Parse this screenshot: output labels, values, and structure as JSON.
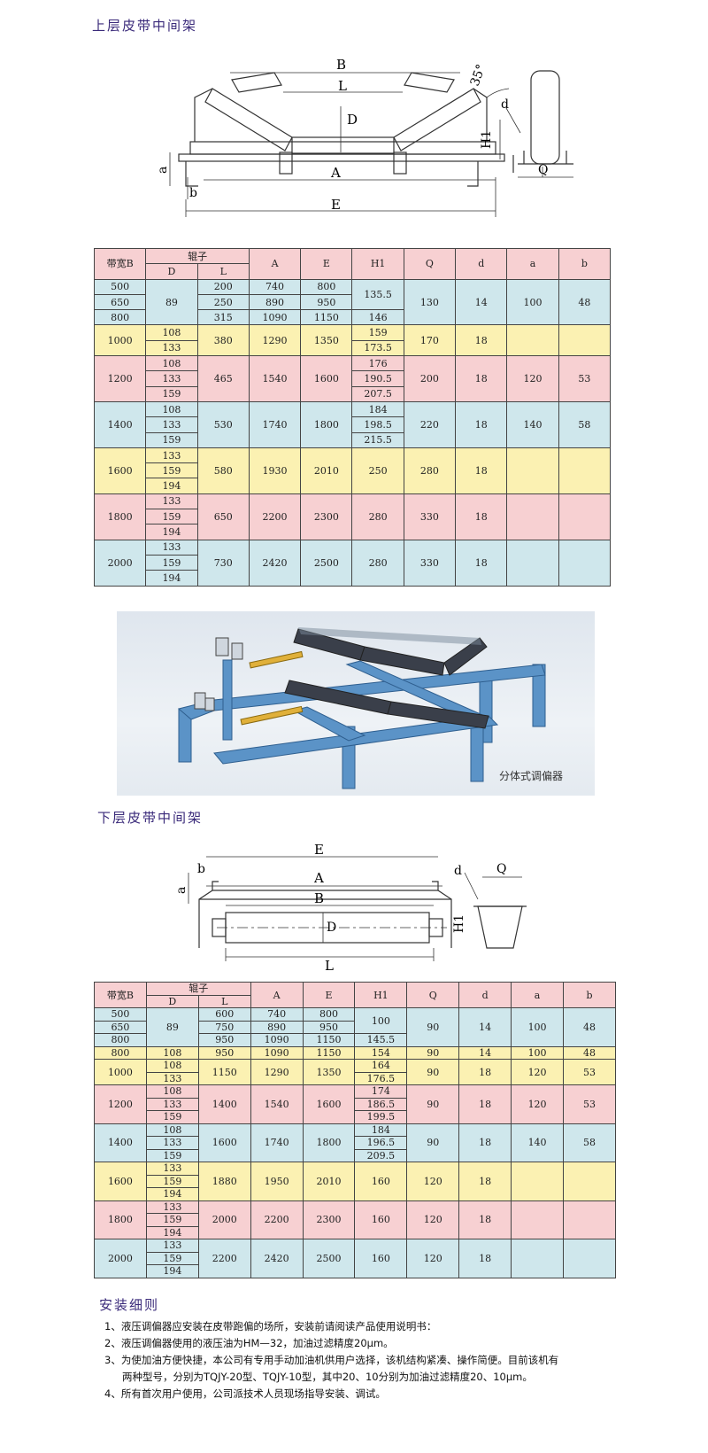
{
  "upper": {
    "title": "上层皮带中间架",
    "diagram": {
      "B": "B",
      "L": "L",
      "D": "D",
      "A": "A",
      "E": "E",
      "a": "a",
      "b": "b",
      "H1": "H1",
      "angle": "35°",
      "d": "d",
      "Q": "Q"
    },
    "headers": {
      "belt": "带宽B",
      "roller": "辊子",
      "D": "D",
      "L": "L",
      "A": "A",
      "E": "E",
      "H1": "H1",
      "Q": "Q",
      "d": "d",
      "a": "a",
      "b": "b"
    },
    "groups": [
      {
        "belt": [
          "500",
          "650",
          "800"
        ],
        "D": [
          "89"
        ],
        "L": [
          "200",
          "250",
          "315"
        ],
        "A": [
          "740",
          "890",
          "1090"
        ],
        "E": [
          "800",
          "950",
          "1150"
        ],
        "H1": [
          "135.5",
          "146"
        ],
        "Q": "130",
        "d": "14",
        "a": "100",
        "b": "48"
      },
      {
        "belt": [
          "1000"
        ],
        "D": [
          "108",
          "133"
        ],
        "L": [
          "380"
        ],
        "A": [
          "1290"
        ],
        "E": [
          "1350"
        ],
        "H1": [
          "159",
          "173.5"
        ],
        "Q": "170",
        "d": "18",
        "a": "",
        "b": ""
      },
      {
        "belt": [
          "1200"
        ],
        "D": [
          "108",
          "133",
          "159"
        ],
        "L": [
          "465"
        ],
        "A": [
          "1540"
        ],
        "E": [
          "1600"
        ],
        "H1": [
          "176",
          "190.5",
          "207.5"
        ],
        "Q": "200",
        "d": "18",
        "a": "120",
        "b": "53"
      },
      {
        "belt": [
          "1400"
        ],
        "D": [
          "108",
          "133",
          "159"
        ],
        "L": [
          "530"
        ],
        "A": [
          "1740"
        ],
        "E": [
          "1800"
        ],
        "H1": [
          "184",
          "198.5",
          "215.5"
        ],
        "Q": "220",
        "d": "18",
        "a": "140",
        "b": "58"
      },
      {
        "belt": [
          "1600"
        ],
        "D": [
          "133",
          "159",
          "194"
        ],
        "L": [
          "580"
        ],
        "A": [
          "1930"
        ],
        "E": [
          "2010"
        ],
        "H1": [
          "250"
        ],
        "Q": "280",
        "d": "18",
        "a": "",
        "b": ""
      },
      {
        "belt": [
          "1800"
        ],
        "D": [
          "133",
          "159",
          "194"
        ],
        "L": [
          "650"
        ],
        "A": [
          "2200"
        ],
        "E": [
          "2300"
        ],
        "H1": [
          "280"
        ],
        "Q": "330",
        "d": "18",
        "a": "",
        "b": ""
      },
      {
        "belt": [
          "2000"
        ],
        "D": [
          "133",
          "159",
          "194"
        ],
        "L": [
          "730"
        ],
        "A": [
          "2420"
        ],
        "E": [
          "2500"
        ],
        "H1": [
          "280"
        ],
        "Q": "330",
        "d": "18",
        "a": "",
        "b": ""
      }
    ]
  },
  "photo": {
    "caption": "分体式调偏器"
  },
  "lower": {
    "title": "下层皮带中间架",
    "diagram": {
      "E": "E",
      "A": "A",
      "B": "B",
      "D": "D",
      "L": "L",
      "a": "a",
      "b": "b",
      "H1": "H1",
      "d": "d",
      "Q": "Q"
    },
    "headers": {
      "belt": "带宽B",
      "roller": "辊子",
      "D": "D",
      "L": "L",
      "A": "A",
      "E": "E",
      "H1": "H1",
      "Q": "Q",
      "d": "d",
      "a": "a",
      "b": "b"
    },
    "groups": [
      {
        "belt": [
          "500",
          "650",
          "800"
        ],
        "D": [
          "89"
        ],
        "L": [
          "600",
          "750",
          "950"
        ],
        "A": [
          "740",
          "890",
          "1090"
        ],
        "E": [
          "800",
          "950",
          "1150"
        ],
        "H1": [
          "100",
          "145.5"
        ],
        "Q": "90",
        "d": "14",
        "a": "100",
        "b": "48"
      },
      {
        "belt": [
          "800"
        ],
        "D": [
          "108"
        ],
        "L": [
          "950"
        ],
        "A": [
          "1090"
        ],
        "E": [
          "1150"
        ],
        "H1": [
          "154"
        ],
        "Q": "90",
        "d": "14",
        "a": "100",
        "b": "48"
      },
      {
        "belt": [
          "1000"
        ],
        "D": [
          "108",
          "133"
        ],
        "L": [
          "1150"
        ],
        "A": [
          "1290"
        ],
        "E": [
          "1350"
        ],
        "H1": [
          "164",
          "176.5"
        ],
        "Q": "90",
        "d": "18",
        "a": "120",
        "b": "53"
      },
      {
        "belt": [
          "1200"
        ],
        "D": [
          "108",
          "133",
          "159"
        ],
        "L": [
          "1400"
        ],
        "A": [
          "1540"
        ],
        "E": [
          "1600"
        ],
        "H1": [
          "174",
          "186.5",
          "199.5"
        ],
        "Q": "90",
        "d": "18",
        "a": "120",
        "b": "53"
      },
      {
        "belt": [
          "1400"
        ],
        "D": [
          "108",
          "133",
          "159"
        ],
        "L": [
          "1600"
        ],
        "A": [
          "1740"
        ],
        "E": [
          "1800"
        ],
        "H1": [
          "184",
          "196.5",
          "209.5"
        ],
        "Q": "90",
        "d": "18",
        "a": "140",
        "b": "58"
      },
      {
        "belt": [
          "1600"
        ],
        "D": [
          "133",
          "159",
          "194"
        ],
        "L": [
          "1880"
        ],
        "A": [
          "1950"
        ],
        "E": [
          "2010"
        ],
        "H1": [
          "160"
        ],
        "Q": "120",
        "d": "18",
        "a": "",
        "b": ""
      },
      {
        "belt": [
          "1800"
        ],
        "D": [
          "133",
          "159",
          "194"
        ],
        "L": [
          "2000"
        ],
        "A": [
          "2200"
        ],
        "E": [
          "2300"
        ],
        "H1": [
          "160"
        ],
        "Q": "120",
        "d": "18",
        "a": "",
        "b": ""
      },
      {
        "belt": [
          "2000"
        ],
        "D": [
          "133",
          "159",
          "194"
        ],
        "L": [
          "2200"
        ],
        "A": [
          "2420"
        ],
        "E": [
          "2500"
        ],
        "H1": [
          "160"
        ],
        "Q": "120",
        "d": "18",
        "a": "",
        "b": ""
      }
    ]
  },
  "notes": {
    "title": "安装细则",
    "items": [
      "1、液压调偏器应安装在皮带跑偏的场所，安装前请阅读产品使用说明书：",
      "2、液压调偏器使用的液压油为HM—32，加油过滤精度20μm。",
      "3、为使加油方便快捷，本公司有专用手动加油机供用户选择，该机结构紧凑、操作简便。目前该机有",
      "两种型号，分别为TQJY-20型、TQJY-10型，其中20、10分别为加油过滤精度20、10μm。",
      "4、所有首次用户使用，公司派技术人员现场指导安装、调试。"
    ]
  },
  "colors": {
    "blue": "#cfe7ec",
    "yellow": "#fbf1b2",
    "pink": "#f7d0d2",
    "title": "#3a2a7a"
  }
}
